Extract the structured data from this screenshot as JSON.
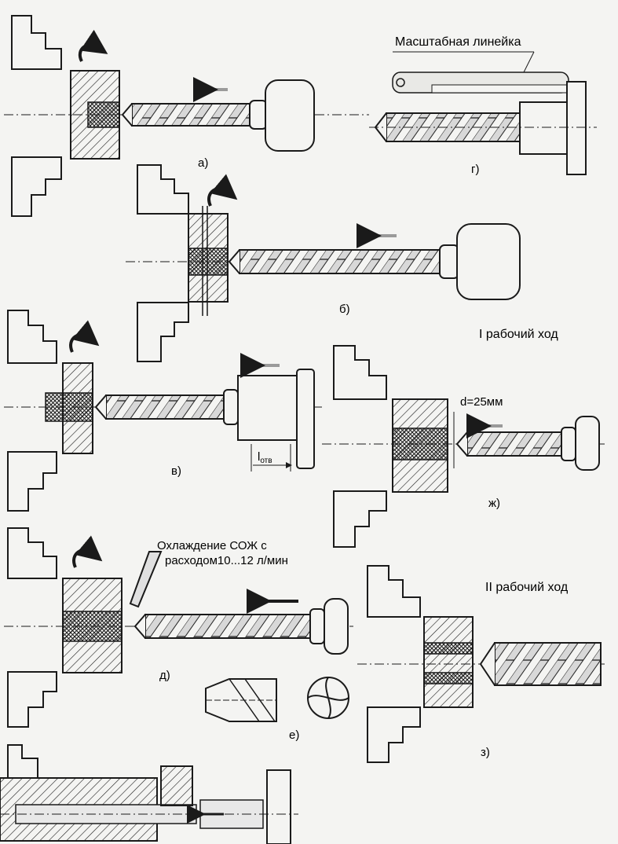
{
  "labels": {
    "ruler_title": "Масштабная линейка",
    "fig_a": "а)",
    "fig_b": "б)",
    "fig_v": "в)",
    "fig_g": "г)",
    "fig_d": "д)",
    "fig_e": "е)",
    "fig_zh": "ж)",
    "fig_z": "з)",
    "pass_1": "I  рабочий ход",
    "pass_2": "II  рабочий ход",
    "diameter": "d=25мм",
    "hole_len_main": "l",
    "hole_len_sub": "отв",
    "coolant_line1": "Охлаждение СОЖ с",
    "coolant_line2": "расходом10...12 л/мин"
  },
  "colors": {
    "ink": "#1a1a1a",
    "paper": "#f4f4f2",
    "arrow_gray": "#9a9a9a"
  }
}
